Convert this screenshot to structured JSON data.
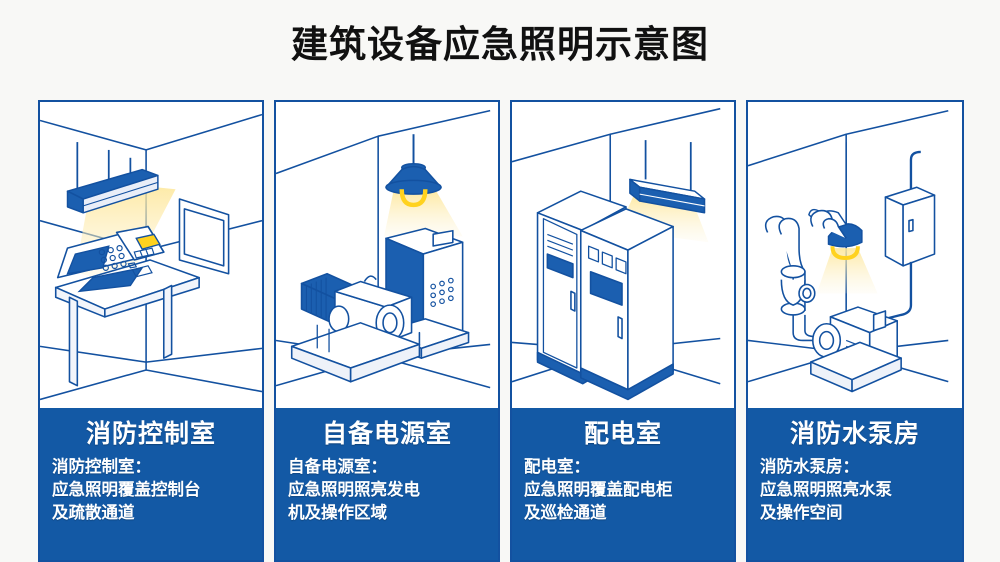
{
  "title": "建筑设备应急照明示意图",
  "theme": {
    "background": "#f8f8f6",
    "line_blue": "#1351a0",
    "fill_blue": "#1b5fb0",
    "band_blue": "#1359a5",
    "light_yellow": "#ffd21e",
    "glow": "#fdf0c0",
    "title_color": "#111111",
    "caption_text": "#ffffff"
  },
  "panels": [
    {
      "id": "fire-control-room",
      "title": "消防控制室",
      "desc_line1": "消防控制室：",
      "desc_line2": "应急照明覆盖控制台",
      "desc_line3": "及疏散通道",
      "scene": "fire-control-room-illustration",
      "equipment": [
        "控制台",
        "显示屏",
        "键盘",
        "壁挂显示屏"
      ],
      "lamp": "线型吊装灯具"
    },
    {
      "id": "standby-power-room",
      "title": "自备电源室",
      "desc_line1": "自备电源室：",
      "desc_line2": "应急照明照亮发电",
      "desc_line3": "机及操作区域",
      "scene": "standby-power-room-illustration",
      "equipment": [
        "发电机",
        "控制柜"
      ],
      "lamp": "圆罩吊灯"
    },
    {
      "id": "distribution-room",
      "title": "配电室",
      "desc_line1": "配电室：",
      "desc_line2": "应急照明覆盖配电柜",
      "desc_line3": "及巡检通道",
      "scene": "distribution-room-illustration",
      "equipment": [
        "配电柜A",
        "配电柜B"
      ],
      "lamp": "线型吊装灯具"
    },
    {
      "id": "fire-pump-room",
      "title": "消防水泵房",
      "desc_line1": "消防水泵房：",
      "desc_line2": "应急照明照亮水泵",
      "desc_line3": "及操作空间",
      "scene": "fire-pump-room-illustration",
      "equipment": [
        "消防水泵",
        "管路阀门",
        "控制箱"
      ],
      "lamp": "壁装罩灯"
    }
  ]
}
